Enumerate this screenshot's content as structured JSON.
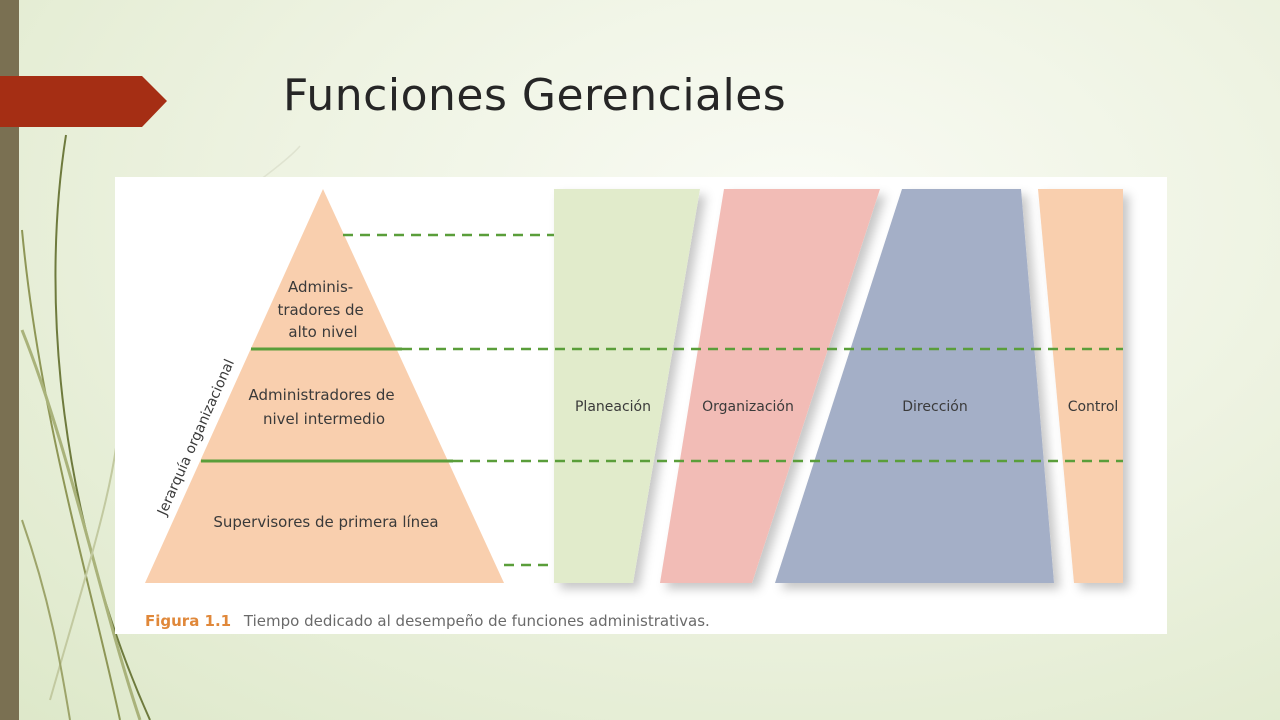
{
  "slide": {
    "title": "Funciones Gerenciales"
  },
  "figure": {
    "axis_label": "Jerarquía organizacional",
    "levels": [
      {
        "label_lines": [
          "Adminis-",
          "tradores de",
          "alto nivel"
        ]
      },
      {
        "label_lines": [
          "Administradores de",
          "nivel intermedio"
        ]
      },
      {
        "label_lines": [
          "Supervisores de primera línea"
        ]
      }
    ],
    "functions": [
      {
        "label": "Planeación",
        "color": "#e1ebcb"
      },
      {
        "label": "Organización",
        "color": "#f2bcb6"
      },
      {
        "label": "Dirección",
        "color": "#a4afc7"
      },
      {
        "label": "Control",
        "color": "#f9cfae"
      }
    ],
    "pyramid_color": "#f9cfae",
    "line_color": "#5a9e3a",
    "caption_number": "Figura 1.1",
    "caption_text": "Tiempo dedicado al desempeño de funciones administrativas.",
    "caption_number_color": "#e0883a"
  },
  "theme": {
    "accent_bar": "#7a7052",
    "title_arrow": "#a52e14"
  }
}
